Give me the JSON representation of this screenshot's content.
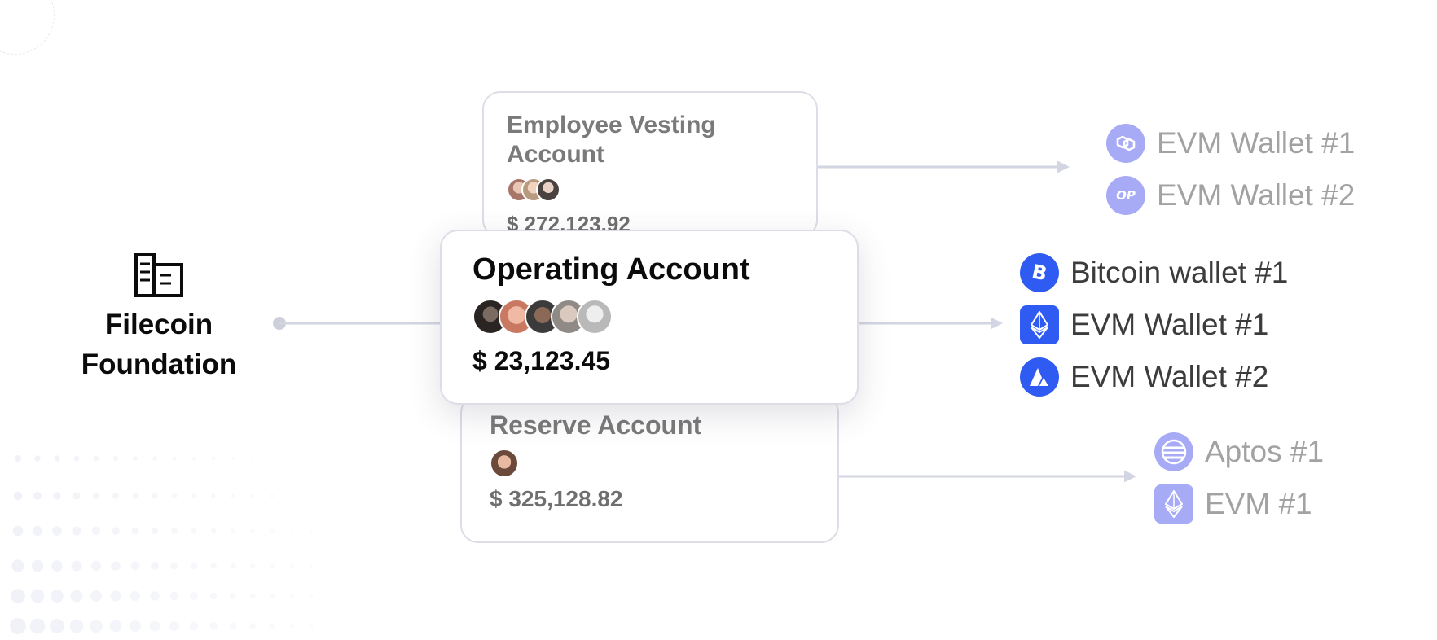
{
  "organization": {
    "name_line1": "Filecoin",
    "name_line2": "Foundation",
    "icon": "building-icon"
  },
  "accounts": {
    "employee_vesting": {
      "title": "Employee Vesting Account",
      "amount": "$ 272,123.92",
      "members_shown": 3
    },
    "operating": {
      "title": "Operating Account",
      "amount": "$ 23,123.45",
      "members_shown": 5
    },
    "reserve": {
      "title": "Reserve Account",
      "amount": "$ 325,128.82",
      "members_shown": 1
    }
  },
  "wallets": {
    "employee_vesting": [
      {
        "label": "EVM Wallet #1",
        "icon": "polygon-icon"
      },
      {
        "label": "EVM Wallet #2",
        "icon": "optimism-icon"
      }
    ],
    "operating": [
      {
        "label": "Bitcoin wallet #1",
        "icon": "bitcoin-icon"
      },
      {
        "label": "EVM Wallet #1",
        "icon": "ethereum-icon"
      },
      {
        "label": "EVM Wallet #2",
        "icon": "avalanche-icon"
      }
    ],
    "reserve": [
      {
        "label": "Aptos #1",
        "icon": "aptos-icon"
      },
      {
        "label": "EVM #1",
        "icon": "ethereum-icon"
      }
    ]
  },
  "colors": {
    "accent_blue": "#2f5bf2",
    "faded_icon": "#a7abf6",
    "connector": "#d3d6e2",
    "card_border": "#dcdde6"
  }
}
